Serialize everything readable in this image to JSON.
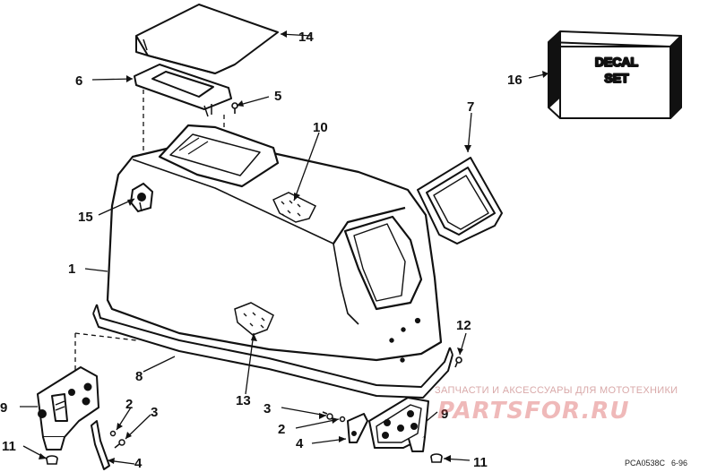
{
  "callouts": {
    "n1": "1",
    "n2a": "2",
    "n2b": "2",
    "n3a": "3",
    "n3b": "3",
    "n4a": "4",
    "n4b": "4",
    "n5": "5",
    "n6": "6",
    "n7": "7",
    "n8": "8",
    "n9a": "9",
    "n9b": "9",
    "n10": "10",
    "n11a": "11",
    "n11b": "11",
    "n12": "12",
    "n13": "13",
    "n14": "14",
    "n15": "15",
    "n16": "16"
  },
  "decal_box": {
    "line1": "DECAL",
    "line2": "SET"
  },
  "watermark": {
    "caption": "ЗАПЧАСТИ И АКСЕССУАРЫ ДЛЯ МОТОТЕХНИКИ",
    "logo": "PARTSFOR.RU"
  },
  "footer": {
    "drawing_code": "PCA0538C",
    "date_code": "6-96"
  }
}
